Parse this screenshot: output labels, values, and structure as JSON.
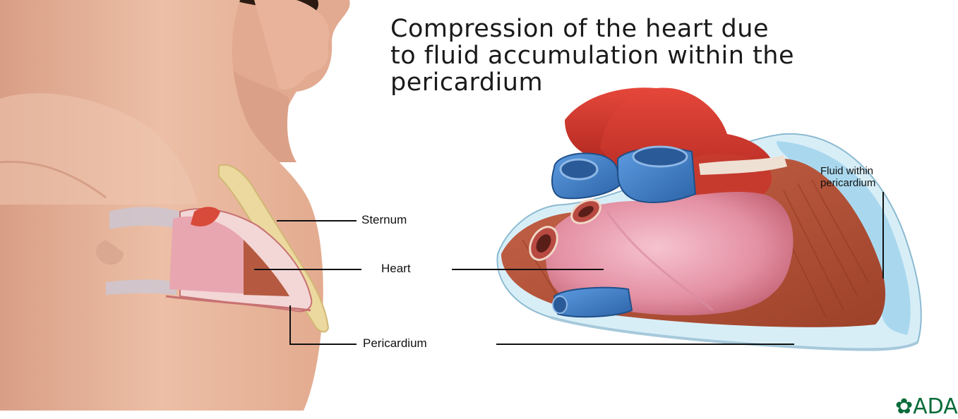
{
  "title": {
    "line1": "Compression of the heart due",
    "line2": "to fluid accumulation within the",
    "line3": "pericardium"
  },
  "labels": {
    "sternum": "Sternum",
    "heart": "Heart",
    "pericardium": "Pericardium",
    "fluid_line1": "Fluid within",
    "fluid_line2": "pericardium"
  },
  "logo": {
    "text": "ADAM"
  },
  "colors": {
    "skin": "#e7b49b",
    "heart_pink": "#e59aaa",
    "muscle": "#b4553a",
    "vessel_red": "#d2372c",
    "vessel_blue": "#3f7fc1",
    "fluid": "#bfe3f2",
    "sternum": "#ecd9a0"
  }
}
